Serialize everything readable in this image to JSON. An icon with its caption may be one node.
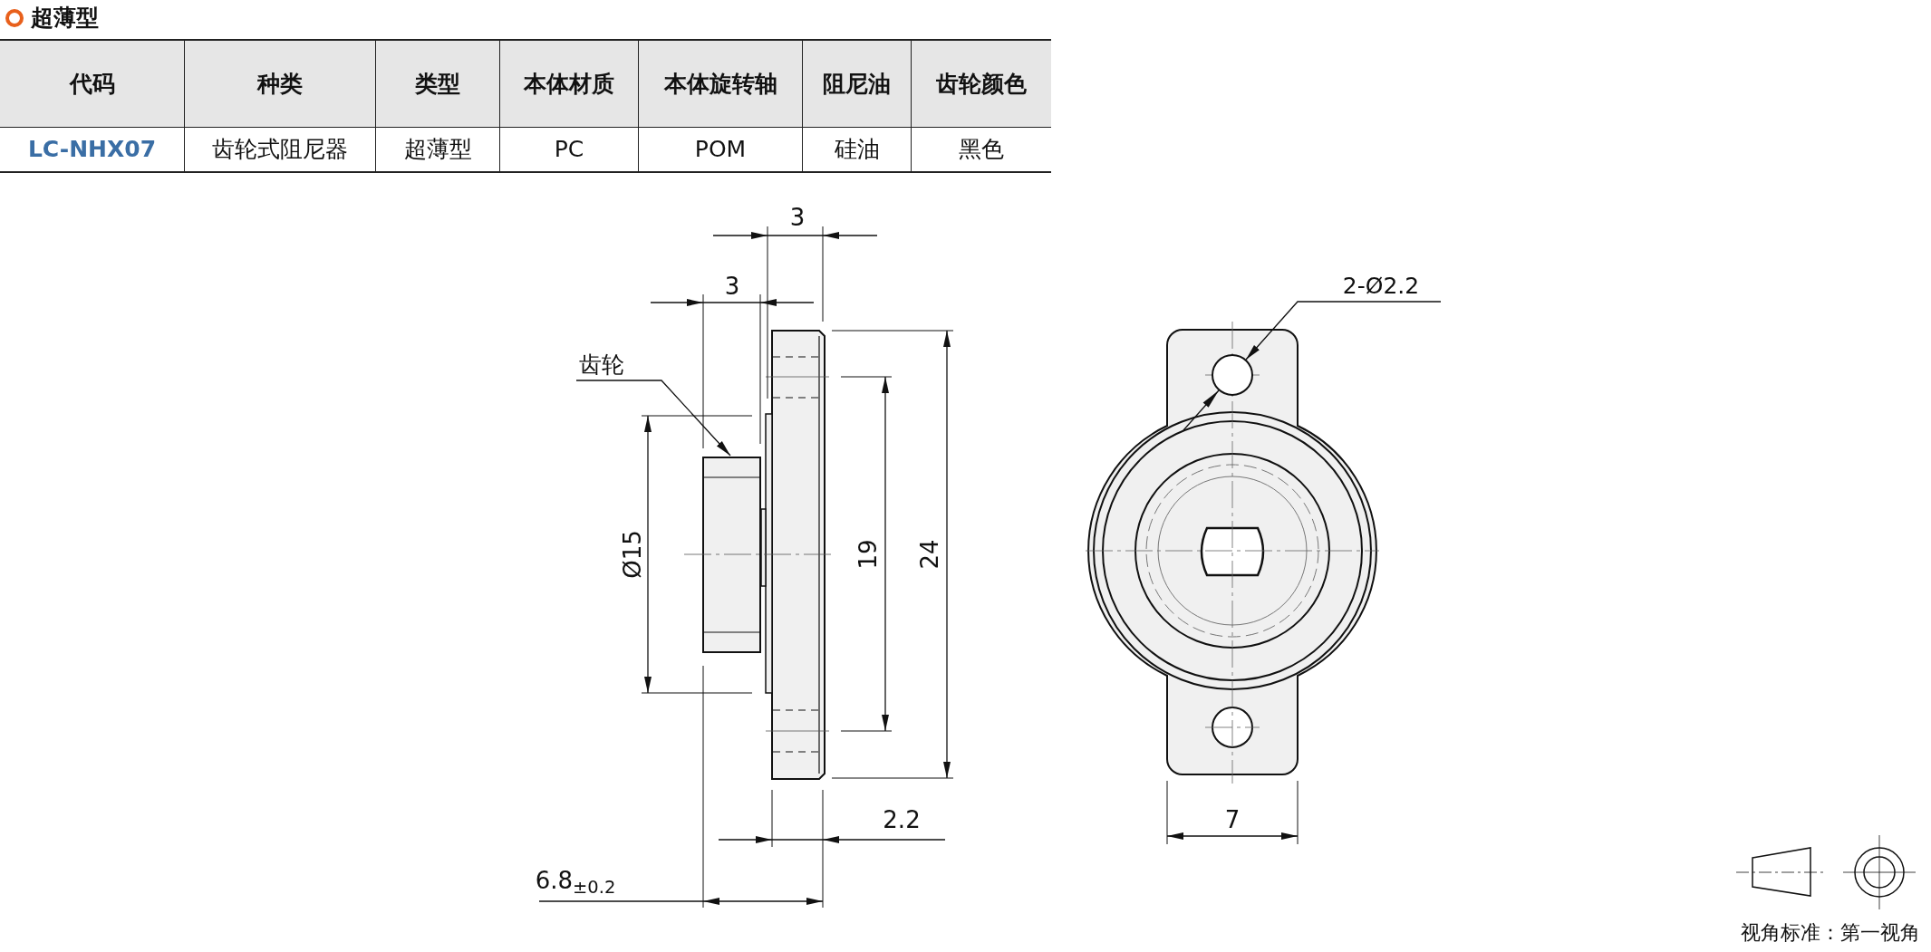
{
  "diagram": {
    "title": "超薄型",
    "nodes": [
      {
        "text": [
          "齿轮"
        ]
      },
      {
        "text": [],
        "shape": "box"
      },
      {
        "text": [
          "2-Ø2.2"
        ]
      },
      {
        "text": [],
        "shape": "circle"
      }
    ],
    "edges": [
      {
        "from": 0,
        "to": 1,
        "arrow": "to"
      },
      {
        "from": 2,
        "to": 3,
        "arrow": "to"
      }
    ],
    "labels": [
      "代码",
      "种类",
      "类型",
      "本体材质",
      "本体旋转轴",
      "阻尼油",
      "齿轮颜色",
      "LC-NHX07",
      "齿轮式阻尼器",
      "超薄型",
      "PC",
      "POM",
      "硅油",
      "黑色",
      "3",
      "3",
      "Ø15",
      "19",
      "24",
      "2.2",
      "6.8$_{±0.2}$",
      "7",
      "视角标准：第一视角"
    ]
  }
}
